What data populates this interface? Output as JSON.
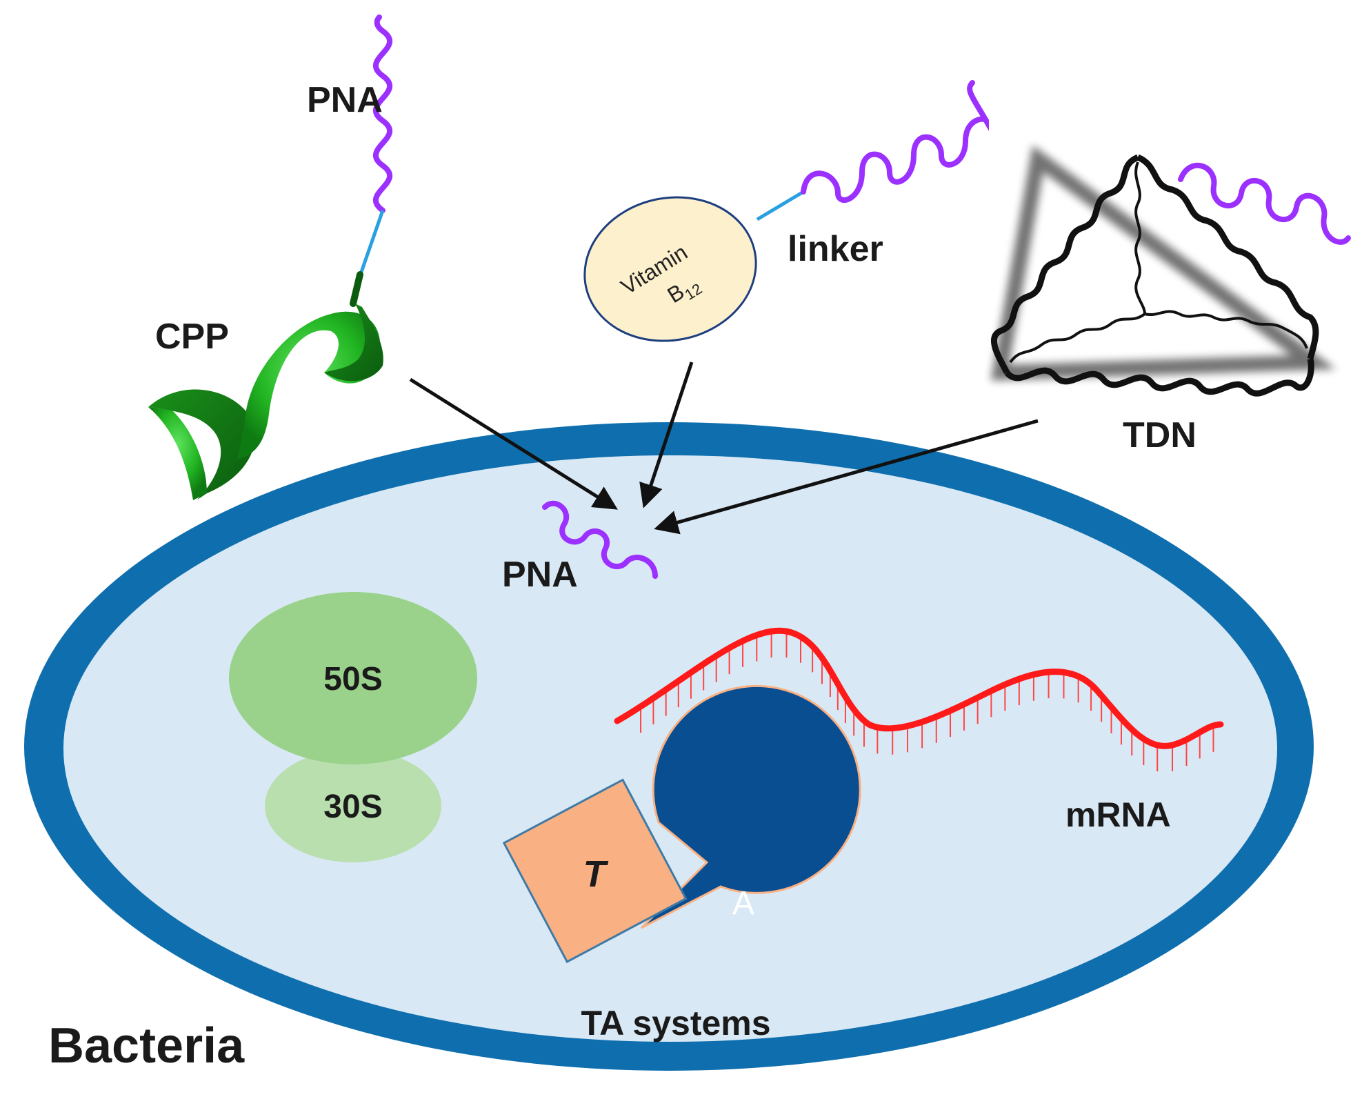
{
  "labels": {
    "pna_top": "PNA",
    "cpp": "CPP",
    "vitamin_line1": "Vitamin",
    "vitamin_line2": "B",
    "vitamin_subscript": "12",
    "linker": "linker",
    "tdn": "TDN",
    "pna_inner": "PNA",
    "ribosome_50s": "50S",
    "ribosome_30s": "30S",
    "mrna": "mRNA",
    "toxin": "T",
    "antitoxin": "A",
    "ta_systems": "TA systems",
    "bacteria": "Bacteria"
  },
  "colors": {
    "pna": "#9b30ff",
    "linker": "#2aa0e0",
    "cell_wall": "#0f6fae",
    "cytoplasm": "#d9e8f5",
    "ribosome_50s": "#9ad28c",
    "ribosome_30s": "#b9dfae",
    "mrna": "#ff1a1a",
    "toxin": "#f9b183",
    "antitoxin": "#0a4e92",
    "vitamin": "#fdf0cc",
    "cpp": "#1fa31f"
  }
}
